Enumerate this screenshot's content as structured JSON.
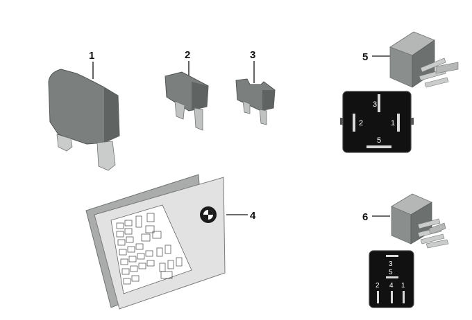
{
  "callouts": {
    "c1": "1",
    "c2": "2",
    "c3": "3",
    "c4": "4",
    "c5": "5",
    "c6": "6"
  },
  "relay5_pins": {
    "p3": "3",
    "p2": "2",
    "p1": "1",
    "p5": "5"
  },
  "relay6_pins": {
    "p3": "3",
    "p5": "5",
    "p2": "2",
    "p4": "4",
    "p1": "1"
  },
  "colors": {
    "fuse_body": "#7b7f7d",
    "fuse_dark": "#5f6361",
    "relay_body": "#8a8e8c",
    "relay_face": "#111111",
    "booklet_gray": "#d9d9d9"
  },
  "icons": {
    "brand_logo": "bmw-roundel-icon"
  }
}
